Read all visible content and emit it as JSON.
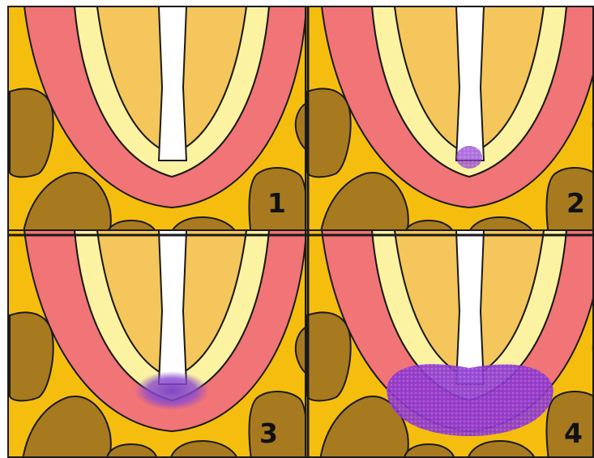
{
  "panels": [
    {
      "number": "1",
      "stain": "none"
    },
    {
      "number": "2",
      "stain": "small"
    },
    {
      "number": "3",
      "stain": "medium"
    },
    {
      "number": "4",
      "stain": "large"
    }
  ],
  "colors": {
    "tissue": "#F5BE0F",
    "nodule": "#A87A20",
    "pink_band": "#F17476",
    "pale_band": "#FBF3A1",
    "core": "#F4C65B",
    "canal": "#FFFFFF",
    "stain": "#8240C9",
    "outline": "#1A1A1A"
  }
}
